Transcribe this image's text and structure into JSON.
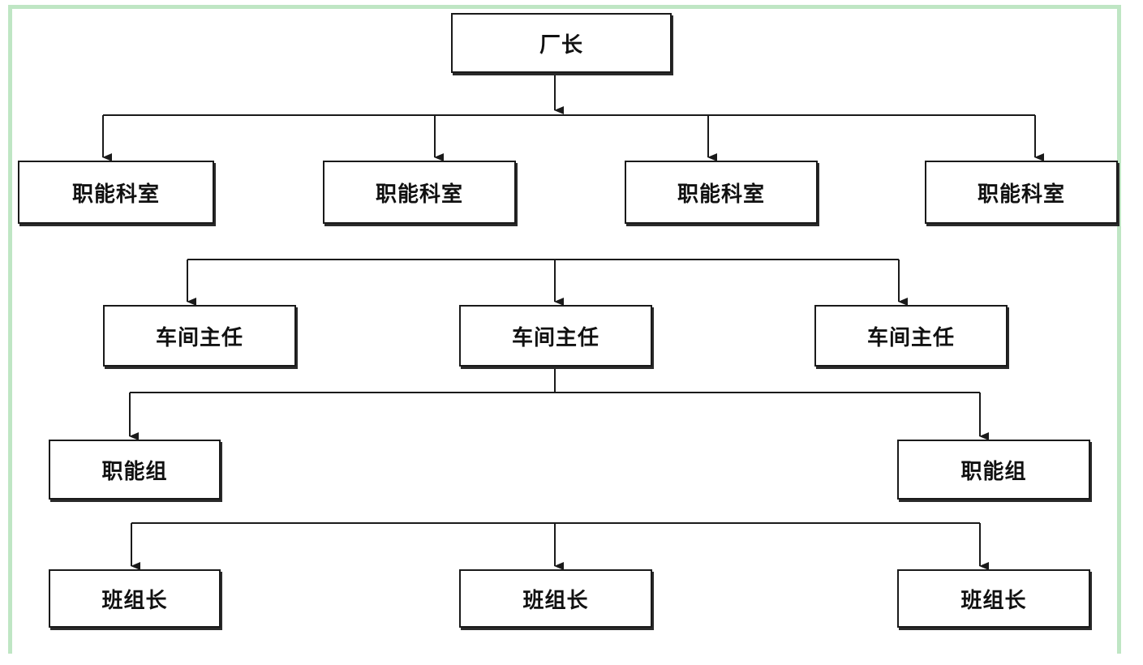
{
  "nodes": {
    "factory_director": "厂长",
    "dept_1": "职能科室",
    "dept_2": "职能科室",
    "dept_3": "职能科室",
    "dept_4": "职能科室",
    "workshop_1": "车间主任",
    "workshop_2": "车间主任",
    "workshop_3": "车间主任",
    "func_group_1": "职能组",
    "func_group_2": "职能组",
    "team_leader_1": "班组长",
    "team_leader_2": "班组长",
    "team_leader_3": "班组长"
  },
  "colors": {
    "frame_border": "#bfe6c4",
    "line": "#1a1a1a",
    "box_border": "#1a1a1a"
  }
}
